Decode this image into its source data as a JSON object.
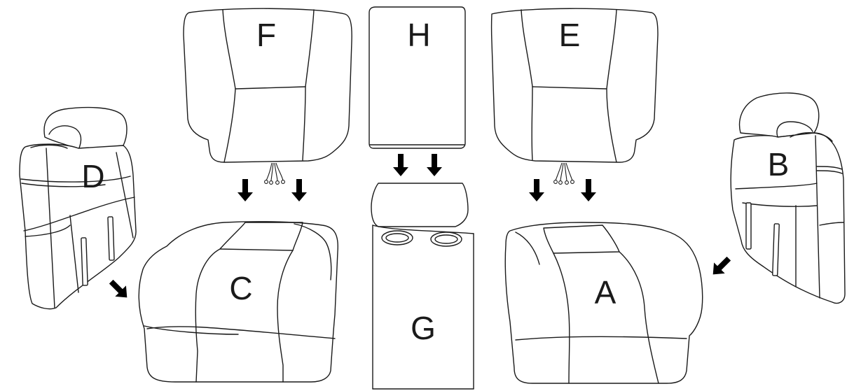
{
  "diagram": {
    "parts": {
      "A": "A",
      "B": "B",
      "C": "C",
      "D": "D",
      "E": "E",
      "F": "F",
      "G": "G",
      "H": "H"
    },
    "arrow_color": "#e2463a",
    "arrow_icon": "arrow-icon"
  }
}
